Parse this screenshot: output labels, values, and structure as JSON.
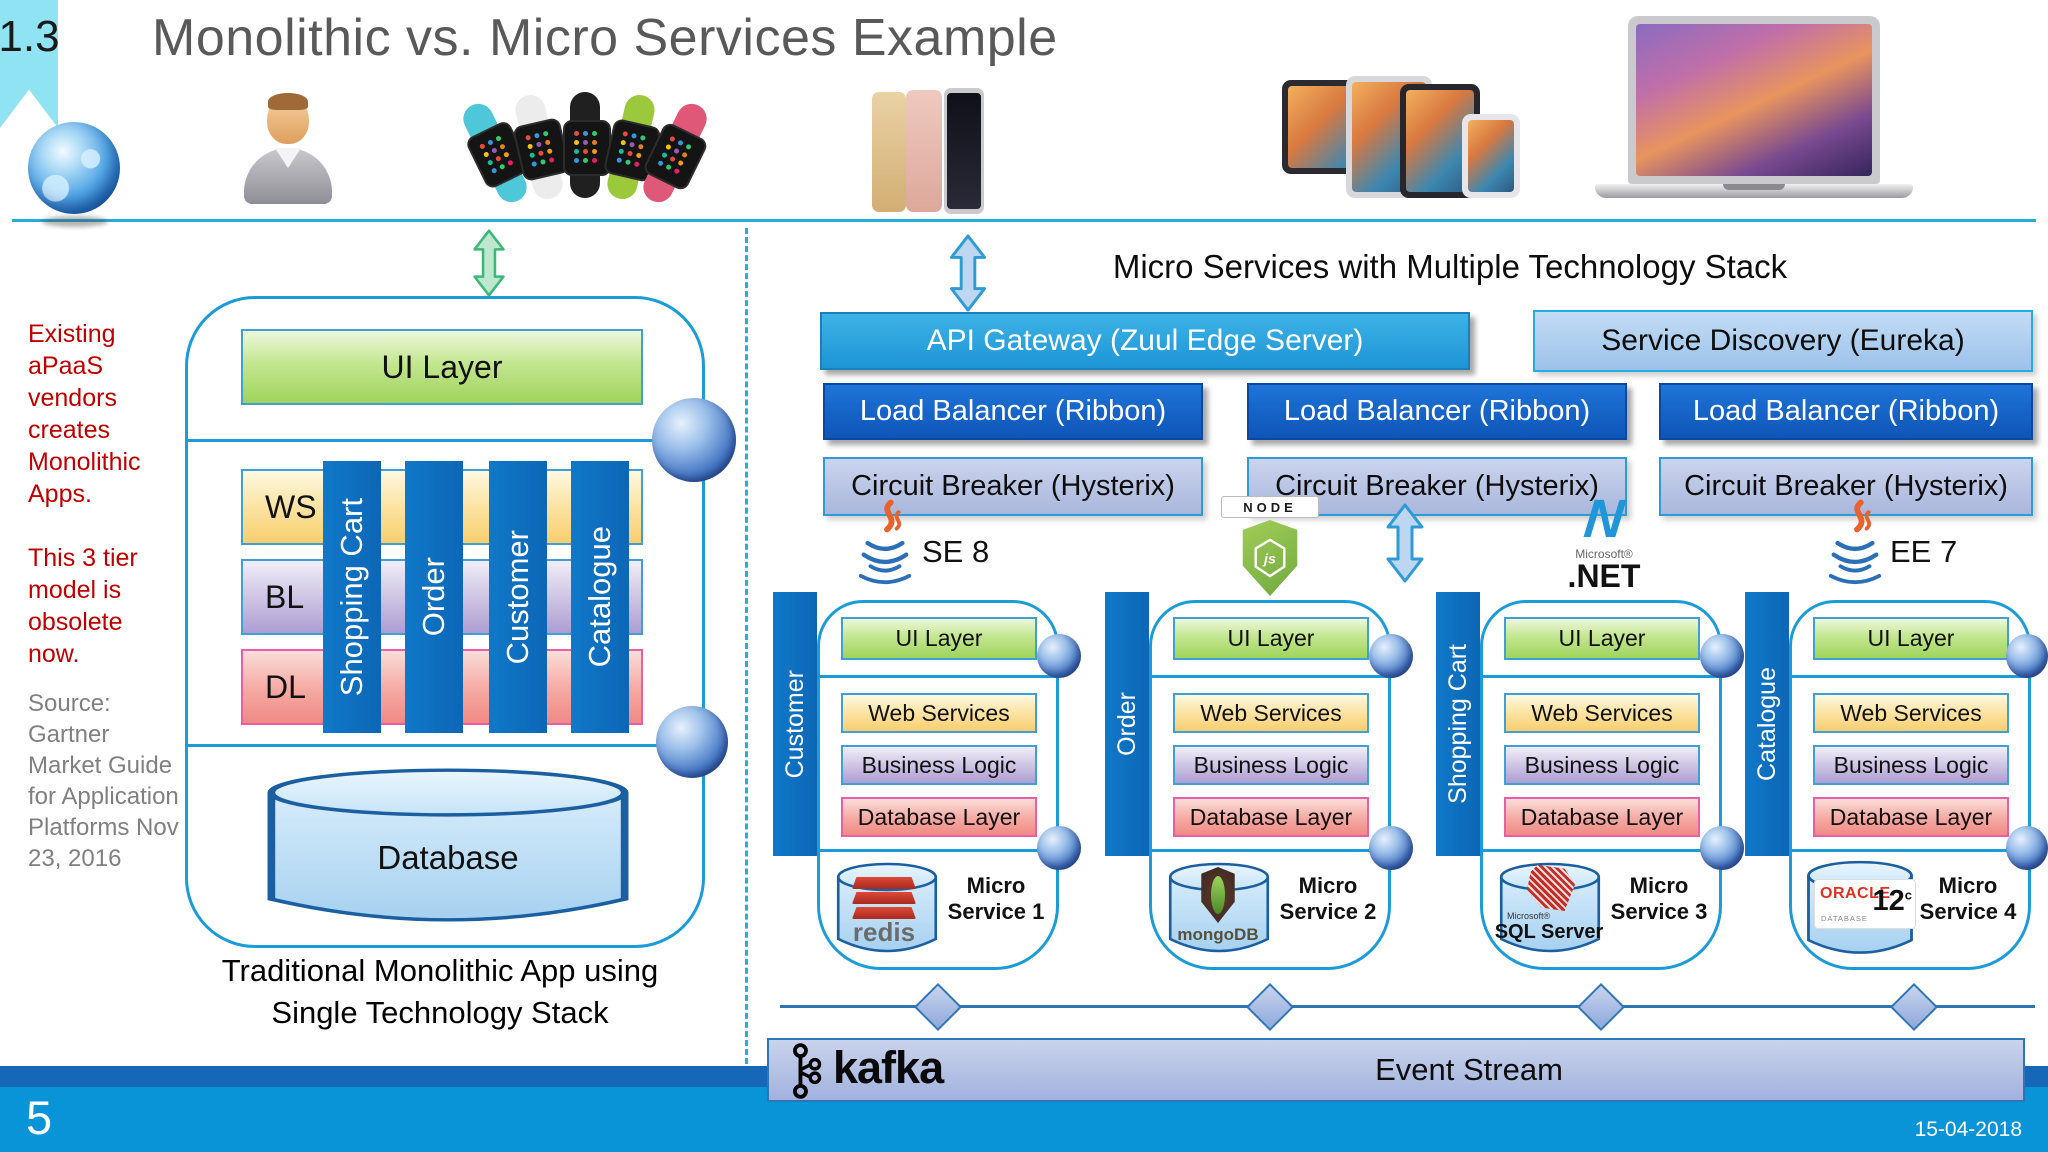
{
  "slide": {
    "badge": "1.3",
    "title": "Monolithic vs. Micro Services Example",
    "page_number": "5",
    "date": "15-04-2018"
  },
  "colors": {
    "accent_blue": "#29ABE2",
    "container_border": "#1B9CD8",
    "module_bar_blue": "#0D6CBE",
    "dark_button_blue": "#1565C8",
    "band_dark_blue": "#1767B9",
    "band_bright_blue": "#0894D6",
    "note_red": "#C00000"
  },
  "left_panel": {
    "note1": "Existing aPaaS vendors creates Monolithic Apps.",
    "note2": "This 3 tier model is obsolete now.",
    "source": "Source: Gartner Market Guide for Application Platforms Nov 23, 2016",
    "monolith": {
      "ui_layer": "UI Layer",
      "tiers": [
        "WS",
        "BL",
        "DL"
      ],
      "modules": [
        "Shopping Cart",
        "Order",
        "Customer",
        "Catalogue"
      ],
      "database": "Database"
    },
    "caption": [
      "Traditional Monolithic App using",
      "Single Technology Stack"
    ]
  },
  "right_panel": {
    "title": "Micro Services with Multiple Technology Stack",
    "api_gateway": "API Gateway (Zuul Edge Server)",
    "service_discovery": "Service Discovery (Eureka)",
    "load_balancer": "Load Balancer (Ribbon)",
    "circuit_breaker": "Circuit Breaker (Hysterix)",
    "layer_names": [
      "UI Layer",
      "Web Services",
      "Business Logic",
      "Database Layer"
    ],
    "stacks": [
      {
        "module": "Customer",
        "tech_label": "SE 8",
        "db_name": "redis",
        "service": "Micro Service 1"
      },
      {
        "module": "Order",
        "node_banner": "NODE",
        "node_js": "js",
        "db_name": "mongoDB",
        "service": "Micro Service 2"
      },
      {
        "module": "Shopping Cart",
        "net_n": "N",
        "microsoft": "Microsoft®",
        "net": ".NET",
        "db_brand": "Microsoft®",
        "db_name": "SQL Server",
        "service": "Micro Service 3"
      },
      {
        "module": "Catalogue",
        "tech_label": "EE 7",
        "oracle_brand": "ORACLE",
        "oracle_sub": "DATABASE",
        "oracle_ver": "12",
        "oracle_ver_sup": "c",
        "service": "Micro Service 4"
      }
    ],
    "event_stream": {
      "brand": "kafka",
      "label": "Event Stream"
    }
  }
}
